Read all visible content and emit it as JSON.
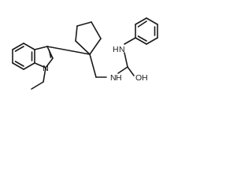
{
  "molecule": {
    "atoms": {
      "indole_n": "N",
      "amide_nh_left": "N",
      "amide_nh_left_h": "H",
      "amide_nh_top": "N",
      "amide_nh_top_h": "H",
      "hydroxyl_o": "O",
      "hydroxyl_h": "H"
    }
  }
}
